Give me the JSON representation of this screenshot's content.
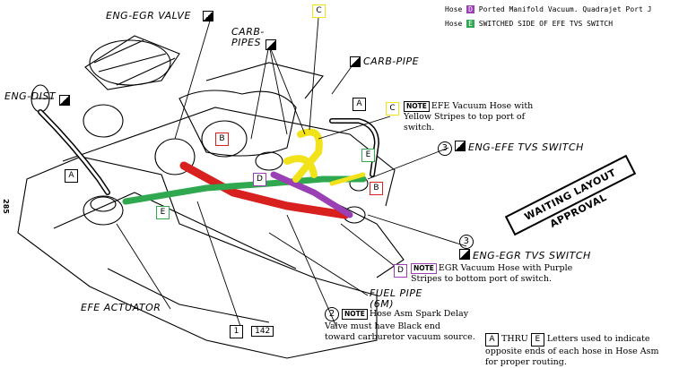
{
  "legend": {
    "row1": {
      "prefix": "Hose",
      "letter": "D",
      "text": "Ported Manifold Vacuum. Quadrajet Port J",
      "color": "#9b3fb5"
    },
    "row2": {
      "prefix": "Hose",
      "letter": "E",
      "text": "SWITCHED SIDE OF EFE TVS SWITCH",
      "color": "#2fa84f"
    }
  },
  "labels": {
    "eng_egr_valve": "ENG-EGR VALVE",
    "carb_pipes": "CARB-\nPIPES",
    "carb_pipe": "CARB-PIPE",
    "eng_dist": "ENG-DIST",
    "eng_efe_tvs": "ENG-EFE TVS SWITCH",
    "eng_egr_tvs": "ENG-EGR TVS SWITCH",
    "efe_actuator": "EFE ACTUATOR",
    "fuel_pipe": "FUEL PIPE\n(6M)",
    "page_num": "285"
  },
  "circled": {
    "three_a": "3",
    "three_b": "3",
    "two": "2"
  },
  "notes": {
    "note_tag": "NOTE",
    "efe_hose": "EFE Vacuum Hose with\nYellow Stripes to top port of\nswitch.",
    "egr_hose": "EGR Vacuum Hose with Purple\nStripes to bottom port of switch.",
    "spark_delay": "Hose Asm Spark Delay\nValve must have Black end\ntoward carburetor vacuum source.",
    "bottom_a": "A",
    "bottom_thru": "THRU",
    "bottom_e": "E",
    "bottom_text": "Letters used to indicate\nopposite ends of each hose in Hose Asm\nfor proper routing."
  },
  "letter_boxes": {
    "A_top": "A",
    "A_left": "A",
    "B_left": "B",
    "B_right": "B",
    "C_top": "C",
    "C_note": "C",
    "D_mid": "D",
    "D_note": "D",
    "E_left": "E",
    "E_right": "E"
  },
  "ref": {
    "one": "1",
    "num": "142"
  },
  "stamp": "WAITING LAYOUT APPROVAL",
  "colors": {
    "red": "#d8201f",
    "green": "#2fa84f",
    "yellow": "#f2e21a",
    "purple": "#9b3fb5",
    "line": "#000000"
  }
}
